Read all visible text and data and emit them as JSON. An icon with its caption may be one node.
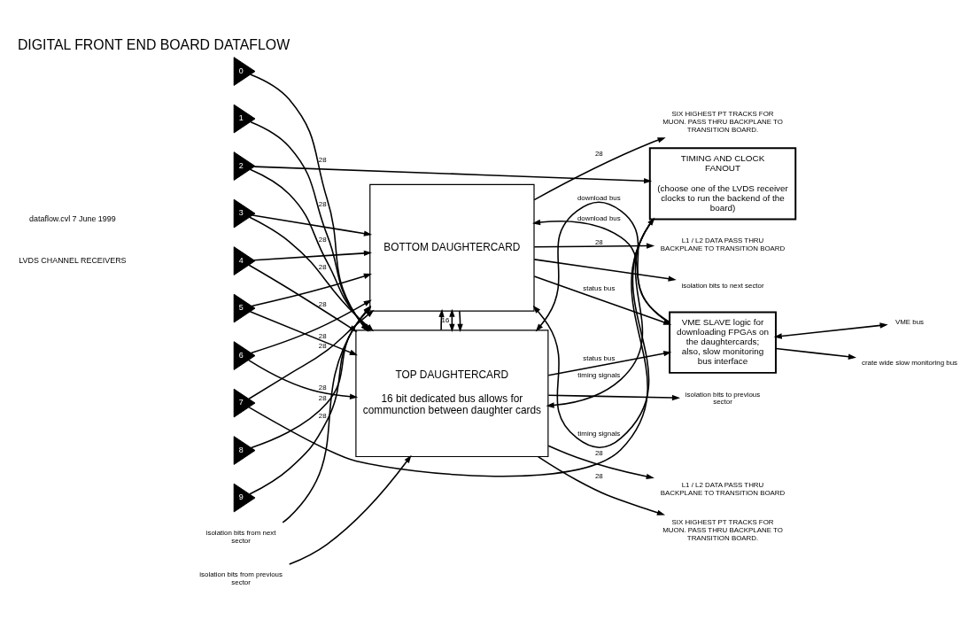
{
  "diagram": {
    "title": "DIGITAL FRONT END BOARD DATAFLOW",
    "nodes": [
      {
        "text": [
          "0"
        ]
      },
      {
        "text": [
          "1"
        ]
      },
      {
        "text": [
          "2"
        ]
      },
      {
        "text": [
          "3"
        ]
      },
      {
        "text": [
          "4"
        ]
      },
      {
        "text": [
          "5"
        ]
      },
      {
        "text": [
          "6"
        ]
      },
      {
        "text": [
          "7"
        ]
      },
      {
        "text": [
          "8"
        ]
      },
      {
        "text": [
          "9"
        ]
      },
      {
        "text": [
          "TOP DAUGHTERCARD",
          "16 bit dedicated bus allows for communction between daughter cards"
        ]
      },
      {
        "text": [
          "BOTTOM DAUGHTERCARD"
        ]
      },
      {
        "text": [
          "TIMING AND CLOCK FANOUT",
          "(choose one of the LVDS receiver clocks to run the backend of the board)"
        ]
      },
      {
        "text": [
          "VME SLAVE logic for downloading FPGAs on the daughtercards; also, slow monitoring bus interface"
        ]
      },
      {
        "text": [
          "isolation bits from previous sector"
        ]
      },
      {
        "text": [
          "SIX HIGHEST PT TRACKS FOR MUON. PASS THRU BACKPLANE TO TRANSITION BOARD."
        ]
      },
      {
        "text": [
          "L1 / L2 DATA PASS THRU BACKPLANE TO TRANSITION BOARD"
        ]
      },
      {
        "text": [
          "isolation bits to previous sector"
        ]
      },
      {
        "text": [
          "VME bus"
        ]
      },
      {
        "text": [
          "crate wide slow monitoring bus"
        ]
      },
      {
        "text": [
          "isolation bits to next sector"
        ]
      },
      {
        "text": [
          "SIX HIGHEST PT TRACKS FOR MUON. PASS THRU BACKPLANE TO TRANSITION BOARD."
        ]
      },
      {
        "text": [
          "L1 / L2 DATA PASS THRU BACKPLANE TO TRANSITION BOARD"
        ]
      },
      {
        "text": [
          "isolation bits from next sector"
        ]
      }
    ],
    "edges": [
      {
        "from": 0,
        "to": 10,
        "arrow": "to",
        "label": "28"
      },
      {
        "from": 1,
        "to": 10,
        "arrow": "to",
        "label": "28"
      },
      {
        "from": 2,
        "to": 10,
        "arrow": "to",
        "label": "28"
      },
      {
        "from": 2,
        "to": 12,
        "arrow": "to"
      },
      {
        "from": 3,
        "to": 10,
        "arrow": "to",
        "label": "28"
      },
      {
        "from": 3,
        "to": 11,
        "arrow": "to"
      },
      {
        "from": 4,
        "to": 10,
        "arrow": "to",
        "label": "28"
      },
      {
        "from": 4,
        "to": 11,
        "arrow": "to"
      },
      {
        "from": 5,
        "to": 10,
        "arrow": "to",
        "label": "28"
      },
      {
        "from": 5,
        "to": 11,
        "arrow": "to"
      },
      {
        "from": 6,
        "to": 10,
        "arrow": "to",
        "label": "28"
      },
      {
        "from": 6,
        "to": 11,
        "arrow": "to"
      },
      {
        "from": 7,
        "to": 11,
        "arrow": "to",
        "label": "28"
      },
      {
        "from": 7,
        "to": 12,
        "arrow": "to"
      },
      {
        "from": 8,
        "to": 11,
        "arrow": "to",
        "label": "28"
      },
      {
        "from": 9,
        "to": 11,
        "arrow": "to",
        "label": "28"
      },
      {
        "from": 14,
        "to": 10,
        "arrow": "to"
      },
      {
        "from": 10,
        "to": 15,
        "arrow": "to",
        "label": "28"
      },
      {
        "from": 10,
        "to": 16,
        "arrow": "to",
        "label": "28"
      },
      {
        "from": 10,
        "to": 17,
        "arrow": "to"
      },
      {
        "from": 10,
        "to": 11,
        "arrow": "to"
      },
      {
        "from": 10,
        "to": 13,
        "arrow": "to",
        "label": "status bus"
      },
      {
        "from": 13,
        "to": 10,
        "arrow": "to",
        "label": "download bus"
      },
      {
        "from": 12,
        "to": 10,
        "arrow": "to",
        "label": "timing signals"
      },
      {
        "from": 10,
        "to": 11,
        "arrow": "both",
        "label": "16"
      },
      {
        "from": 12,
        "to": 11,
        "arrow": "to",
        "label": "timing signals"
      },
      {
        "from": 13,
        "to": 11,
        "arrow": "to",
        "label": "download bus"
      },
      {
        "from": 11,
        "to": 13,
        "arrow": "to",
        "label": "status bus"
      },
      {
        "from": 11,
        "to": 20,
        "arrow": "to"
      },
      {
        "from": 11,
        "to": 10,
        "arrow": "to"
      },
      {
        "from": 11,
        "to": 21,
        "arrow": "to",
        "label": "28"
      },
      {
        "from": 11,
        "to": 22,
        "arrow": "to",
        "label": "28"
      },
      {
        "from": 23,
        "to": 11,
        "arrow": "to"
      },
      {
        "from": 13,
        "to": 18,
        "arrow": "both"
      },
      {
        "from": 13,
        "to": 19,
        "arrow": "to"
      }
    ],
    "labels": [
      "LVDS CHANNEL RECEIVERS",
      "dataflow.cvl 7 June 1999"
    ]
  }
}
